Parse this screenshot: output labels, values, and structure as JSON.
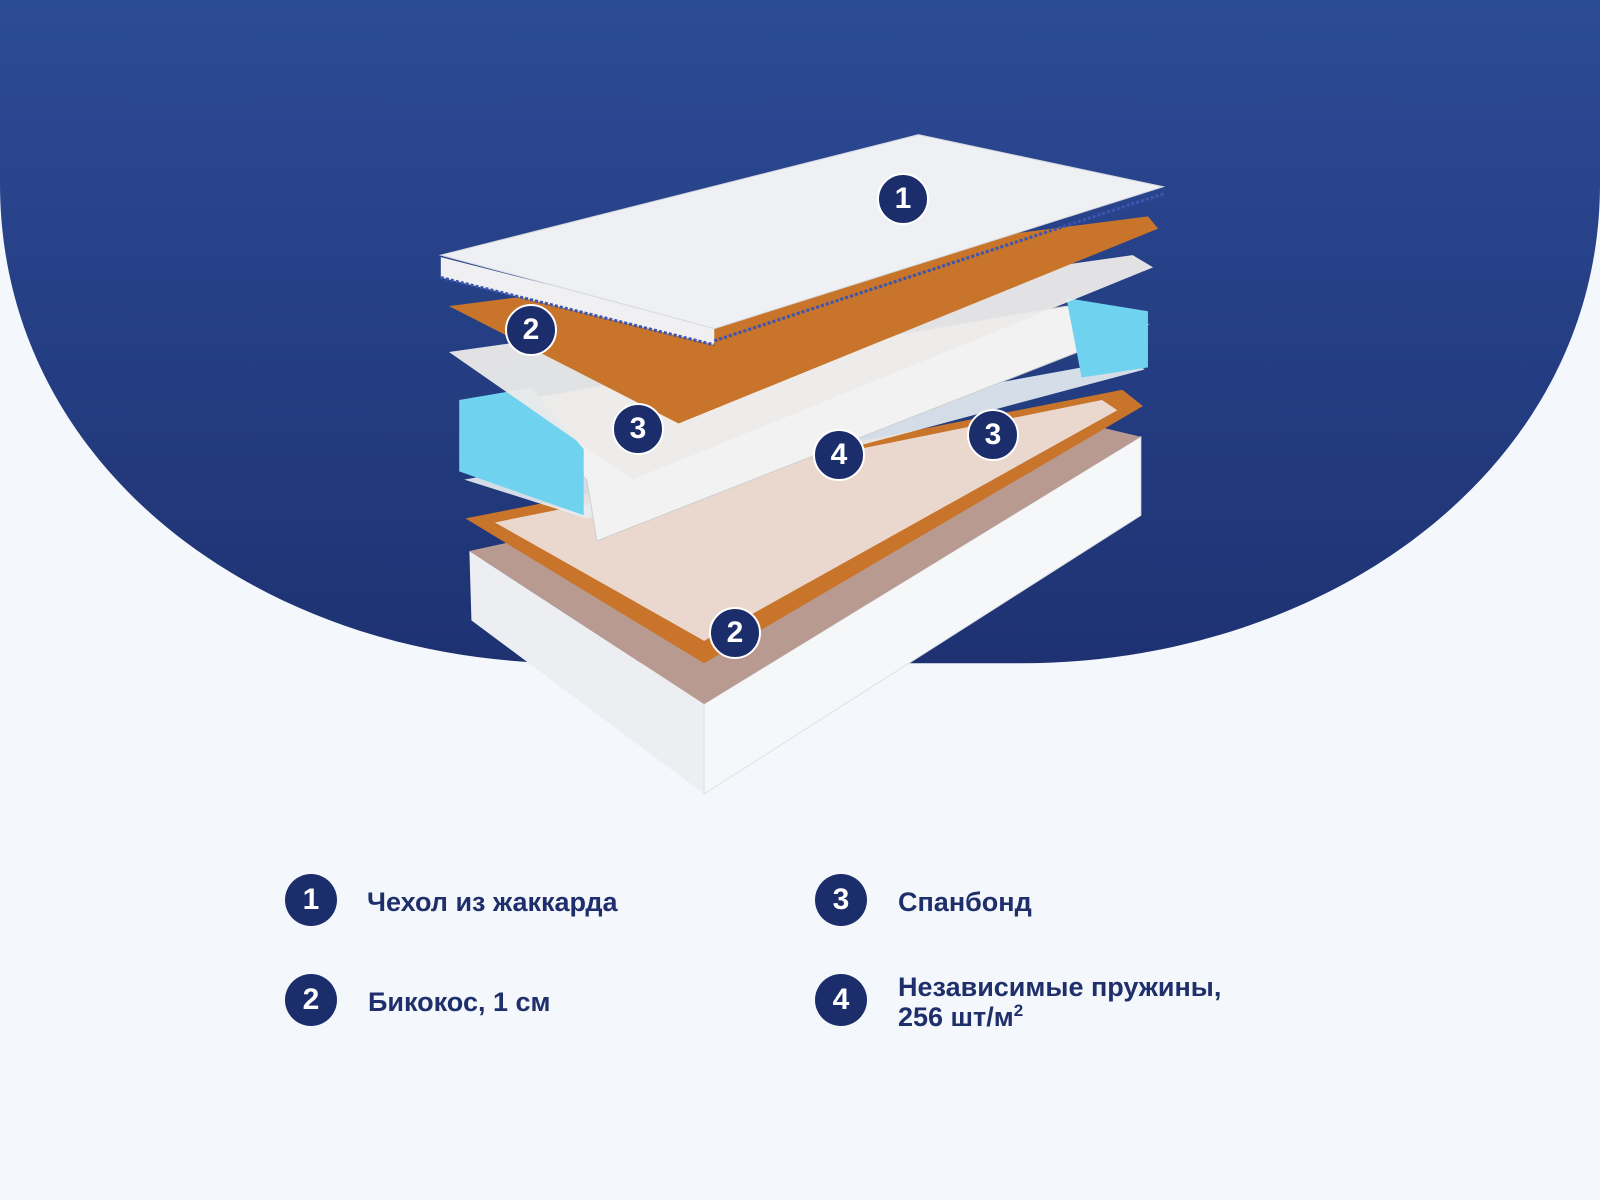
{
  "colors": {
    "background_top": "#2c4b96",
    "background_bottom": "#1e3272",
    "page": "#f4f7fb",
    "marker": "#1c2d6b",
    "text": "#1e2f6b",
    "coir": "#c8742a",
    "foam": "#6fd2ee"
  },
  "diagram_markers": [
    "1",
    "2",
    "3",
    "4",
    "3",
    "2"
  ],
  "legend": [
    {
      "number": "1",
      "label": "Чехол из жаккарда"
    },
    {
      "number": "2",
      "label": "Бикокос, 1 см"
    },
    {
      "number": "3",
      "label": "Спанбонд"
    },
    {
      "number": "4",
      "label_line1": "Независимые пружины,",
      "label_line2": "256 шт/м",
      "label_sup": "2"
    }
  ]
}
